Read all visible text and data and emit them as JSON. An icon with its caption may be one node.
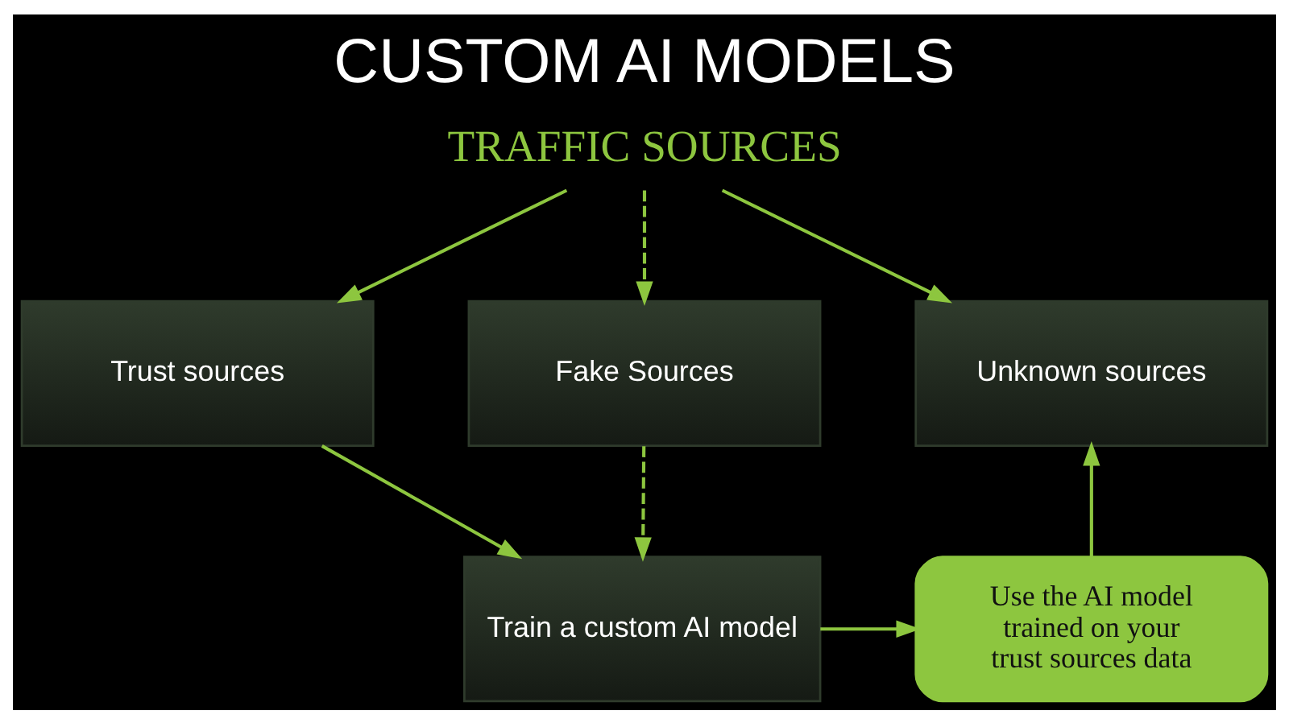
{
  "diagram": {
    "title": "CUSTOM AI MODELS",
    "nodes": [
      {
        "text": [
          "TRAFFIC SOURCES"
        ]
      },
      {
        "text": [
          "Trust sources"
        ]
      },
      {
        "text": [
          "Unknown sources"
        ]
      },
      {
        "text": [
          "Fake Sources"
        ]
      },
      {
        "text": [
          "Train a custom AI model"
        ]
      },
      {
        "text": [
          "Use the AI model trained on your trust sources data"
        ]
      }
    ],
    "edges": [
      {
        "from": 0,
        "to": 1,
        "arrow": "to"
      },
      {
        "from": 0,
        "to": 2,
        "arrow": "to"
      },
      {
        "from": 0,
        "to": 3,
        "arrow": "to",
        "style": "dashed"
      },
      {
        "from": 1,
        "to": 4,
        "arrow": "to"
      },
      {
        "from": 3,
        "to": 4,
        "arrow": "to",
        "style": "dashed"
      },
      {
        "from": 4,
        "to": 5,
        "arrow": "to"
      },
      {
        "from": 5,
        "to": 2,
        "arrow": "to"
      }
    ]
  }
}
